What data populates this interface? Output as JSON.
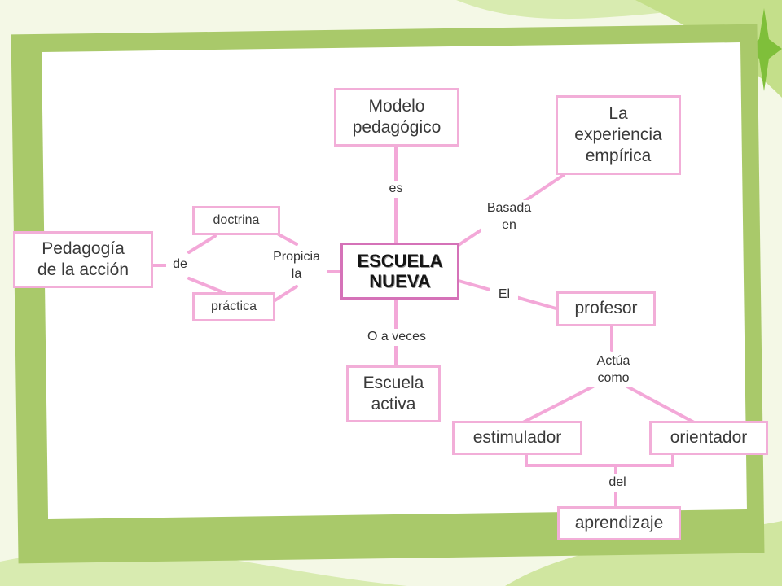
{
  "nodes": {
    "main": [
      "ESCUELA",
      "NUEVA"
    ],
    "modelo": [
      "Modelo",
      "pedagógico"
    ],
    "experiencia": [
      "La",
      "experiencia",
      "empírica"
    ],
    "pedagogia": [
      "Pedagogía",
      "de la acción"
    ],
    "doctrina": "doctrina",
    "practica": "práctica",
    "profesor": "profesor",
    "escuela_activa": [
      "Escuela",
      "activa"
    ],
    "estimulador": "estimulador",
    "orientador": "orientador",
    "aprendizaje": "aprendizaje"
  },
  "links": {
    "es": "es",
    "basada_en": [
      "Basada",
      "en"
    ],
    "el": "El",
    "propicia_la": [
      "Propicia",
      "la"
    ],
    "de": "de",
    "o_a_veces": "O a veces",
    "actua_como": [
      "Actúa",
      "como"
    ],
    "del": "del"
  },
  "colors": {
    "node_border": "#f2aed8",
    "main_border": "#d572b8",
    "link_line": "#f3a8d8",
    "frame": "#a9c96a",
    "background": "#f4f8e6"
  }
}
